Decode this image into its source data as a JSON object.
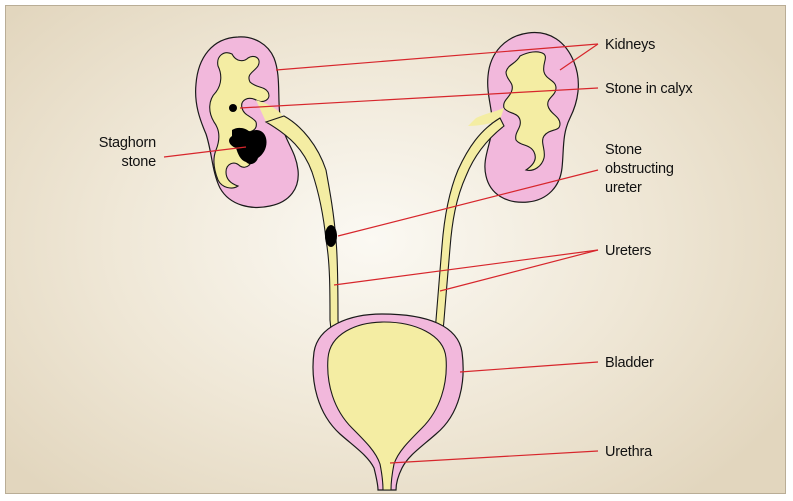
{
  "labels": {
    "kidneys": "Kidneys",
    "stone_in_calyx": "Stone in calyx",
    "staghorn_1": "Staghorn",
    "staghorn_2": "stone",
    "obstructing_1": "Stone",
    "obstructing_2": "obstructing",
    "obstructing_3": "ureter",
    "ureters": "Ureters",
    "bladder": "Bladder",
    "urethra": "Urethra"
  },
  "colors": {
    "kidney": "#f2b8dc",
    "urine_tract": "#f4eda3",
    "outline": "#1a1a1a",
    "stone": "#000000",
    "leader_line": "#d7262c",
    "frame_border": "#b9ad96"
  }
}
